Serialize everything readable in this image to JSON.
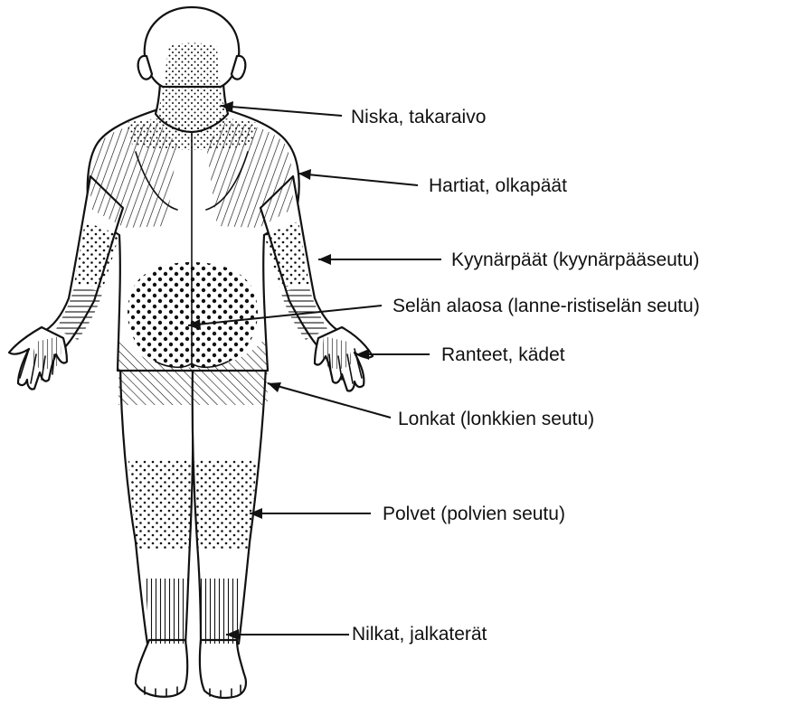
{
  "labels": {
    "neck": "Niska, takaraivo",
    "shoulders": "Hartiat, olkapäät",
    "elbows": "Kyynärpäät (kyynärpääseutu)",
    "lower_back": "Selän alaosa (lanne-ristiselän  seutu)",
    "wrists_hands": "Ranteet, kädet",
    "hips": "Lonkat (lonkkien seutu)",
    "knees": "Polvet (polvien seutu)",
    "ankles_feet": "Nilkat, jalkaterät"
  },
  "colors": {
    "ink": "#111111",
    "background": "#ffffff"
  }
}
